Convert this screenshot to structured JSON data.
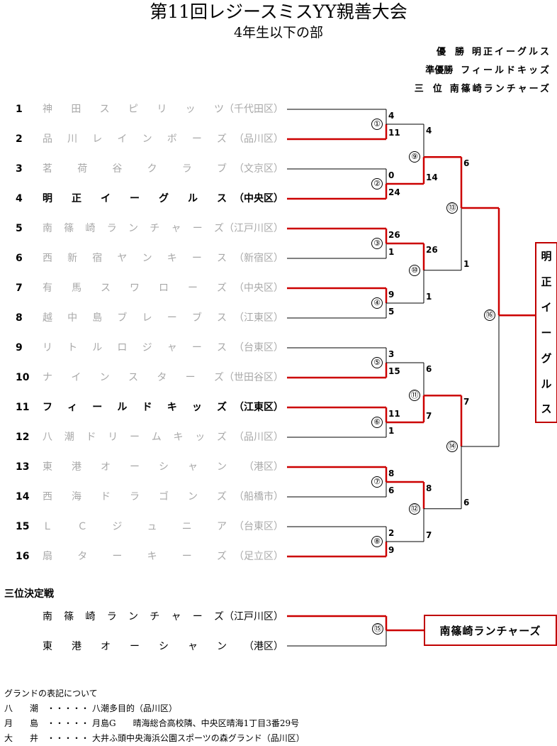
{
  "title": "第11回レジースミスYY親善大会",
  "subtitle": "4年生以下の部",
  "results": [
    {
      "label": "優　勝",
      "team": "明正イーグルス"
    },
    {
      "label": "準優勝",
      "team": "フィールドキッズ"
    },
    {
      "label": "三　位",
      "team": "南篠崎ランチャーズ"
    }
  ],
  "teams": [
    {
      "seed": "1",
      "name": "神田スピリッツ",
      "area": "（千代田区）",
      "style": "gray"
    },
    {
      "seed": "2",
      "name": "品川レインボーズ",
      "area": "（品川区）",
      "style": "gray"
    },
    {
      "seed": "3",
      "name": "茗荷谷クラブ",
      "area": "（文京区）",
      "style": "gray"
    },
    {
      "seed": "4",
      "name": "明正イーグルス",
      "area": "（中央区）",
      "style": "bold"
    },
    {
      "seed": "5",
      "name": "南篠崎ランチャーズ",
      "area": "（江戸川区）",
      "style": "gray"
    },
    {
      "seed": "6",
      "name": "西新宿ヤンキース",
      "area": "（新宿区）",
      "style": "gray"
    },
    {
      "seed": "7",
      "name": "有馬スワローズ",
      "area": "（中央区）",
      "style": "gray"
    },
    {
      "seed": "8",
      "name": "越中島ブレーブス",
      "area": "（江東区）",
      "style": "gray"
    },
    {
      "seed": "9",
      "name": "リトルロジャース",
      "area": "（台東区）",
      "style": "gray"
    },
    {
      "seed": "10",
      "name": "ナインスターズ",
      "area": "（世田谷区）",
      "style": "gray"
    },
    {
      "seed": "11",
      "name": "フィールドキッズ",
      "area": "（江東区）",
      "style": "bold"
    },
    {
      "seed": "12",
      "name": "八潮ドリームキッズ",
      "area": "（品川区）",
      "style": "gray"
    },
    {
      "seed": "13",
      "name": "東港オーシャン",
      "area": "（港区）",
      "style": "gray"
    },
    {
      "seed": "14",
      "name": "西海ドラゴンズ",
      "area": "（船橋市）",
      "style": "gray"
    },
    {
      "seed": "15",
      "name": "ＬＣジュニア",
      "area": "（台東区）",
      "style": "gray"
    },
    {
      "seed": "16",
      "name": "扇ターキーズ",
      "area": "（足立区）",
      "style": "gray"
    }
  ],
  "matches": [
    {
      "num": "①",
      "top": "4",
      "bottom": "11",
      "winner": "bottom"
    },
    {
      "num": "②",
      "top": "0",
      "bottom": "24",
      "winner": "bottom"
    },
    {
      "num": "③",
      "top": "26",
      "bottom": "1",
      "winner": "top"
    },
    {
      "num": "④",
      "top": "9",
      "bottom": "5",
      "winner": "top"
    },
    {
      "num": "⑤",
      "top": "3",
      "bottom": "15",
      "winner": "bottom"
    },
    {
      "num": "⑥",
      "top": "11",
      "bottom": "1",
      "winner": "top"
    },
    {
      "num": "⑦",
      "top": "8",
      "bottom": "6",
      "winner": "top"
    },
    {
      "num": "⑧",
      "top": "2",
      "bottom": "9",
      "winner": "bottom"
    },
    {
      "num": "⑨",
      "top": "4",
      "bottom": "14",
      "winner": "bottom"
    },
    {
      "num": "⑩",
      "top": "26",
      "bottom": "1",
      "winner": "top"
    },
    {
      "num": "⑪",
      "top": "6",
      "bottom": "7",
      "winner": "bottom"
    },
    {
      "num": "⑫",
      "top": "8",
      "bottom": "7",
      "winner": "top"
    },
    {
      "num": "⑬",
      "top": "6",
      "bottom": "1",
      "winner": "top"
    },
    {
      "num": "⑭",
      "top": "7",
      "bottom": "6",
      "winner": "top"
    },
    {
      "num": "⑯",
      "top": "",
      "bottom": "",
      "winner": "top"
    }
  ],
  "champion": [
    "明",
    "正",
    "イ",
    "ー",
    "グ",
    "ル",
    "ス"
  ],
  "third_place": {
    "heading": "三位決定戦",
    "num": "⑮",
    "teams": [
      {
        "name": "南篠崎ランチャーズ",
        "area": "（江戸川区）"
      },
      {
        "name": "東港オーシャン",
        "area": "（港区）"
      }
    ],
    "winner": "南篠崎ランチャーズ"
  },
  "notes": {
    "heading": "グランドの表記について",
    "rows": [
      {
        "key": "八　　潮",
        "dots": "・・・・・",
        "desc": "八潮多目的（品川区）"
      },
      {
        "key": "月　　島",
        "dots": "・・・・・",
        "desc": "月島G　　晴海総合高校隣、中央区晴海1丁目3番29号"
      },
      {
        "key": "大　　井",
        "dots": "・・・・・",
        "desc": "大井ふ頭中央海浜公園スポーツの森グランド（品川区）"
      }
    ]
  },
  "colors": {
    "win_line": "#cc0000",
    "line": "#000000",
    "loser_text": "#a8a8a8"
  }
}
